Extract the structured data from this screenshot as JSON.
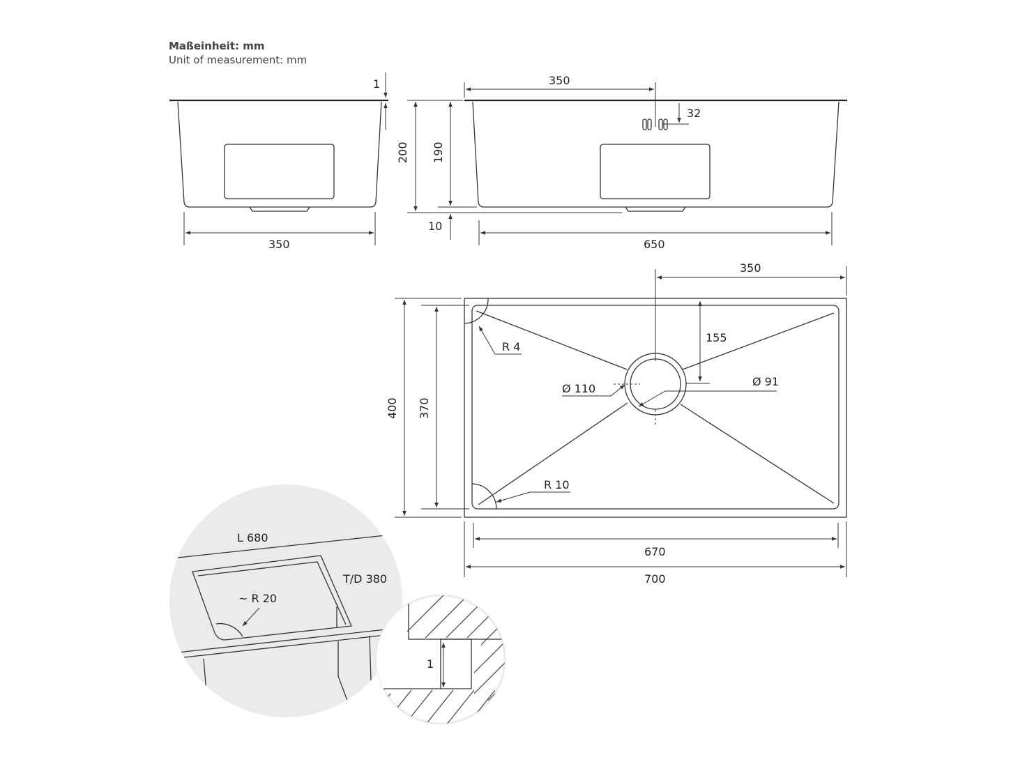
{
  "units": {
    "de": "Maßeinheit: mm",
    "en": "Unit of measurement: mm"
  },
  "side_view": {
    "rim_thickness": "1",
    "width": "350"
  },
  "front_view": {
    "overflow_offset": "350",
    "overflow_height": "32",
    "total_height": "200",
    "inner_depth": "190",
    "bottom_gap": "10",
    "bottom_width": "650"
  },
  "top_view": {
    "drain_offset_x": "350",
    "drain_offset_y": "155",
    "corner_radius_outer": "R 4",
    "corner_radius_inner": "R 10",
    "drain_outer": "Ø 110",
    "drain_inner": "Ø 91",
    "outer_depth": "400",
    "inner_depth": "370",
    "inner_width": "670",
    "outer_width": "700"
  },
  "cutout_detail": {
    "length": "L 680",
    "depth": "T/D 380",
    "radius": "~ R 20"
  },
  "section_detail": {
    "gap": "1"
  },
  "colors": {
    "line": "#333333",
    "detail_bg": "#ebebeb",
    "text": "#222222"
  }
}
